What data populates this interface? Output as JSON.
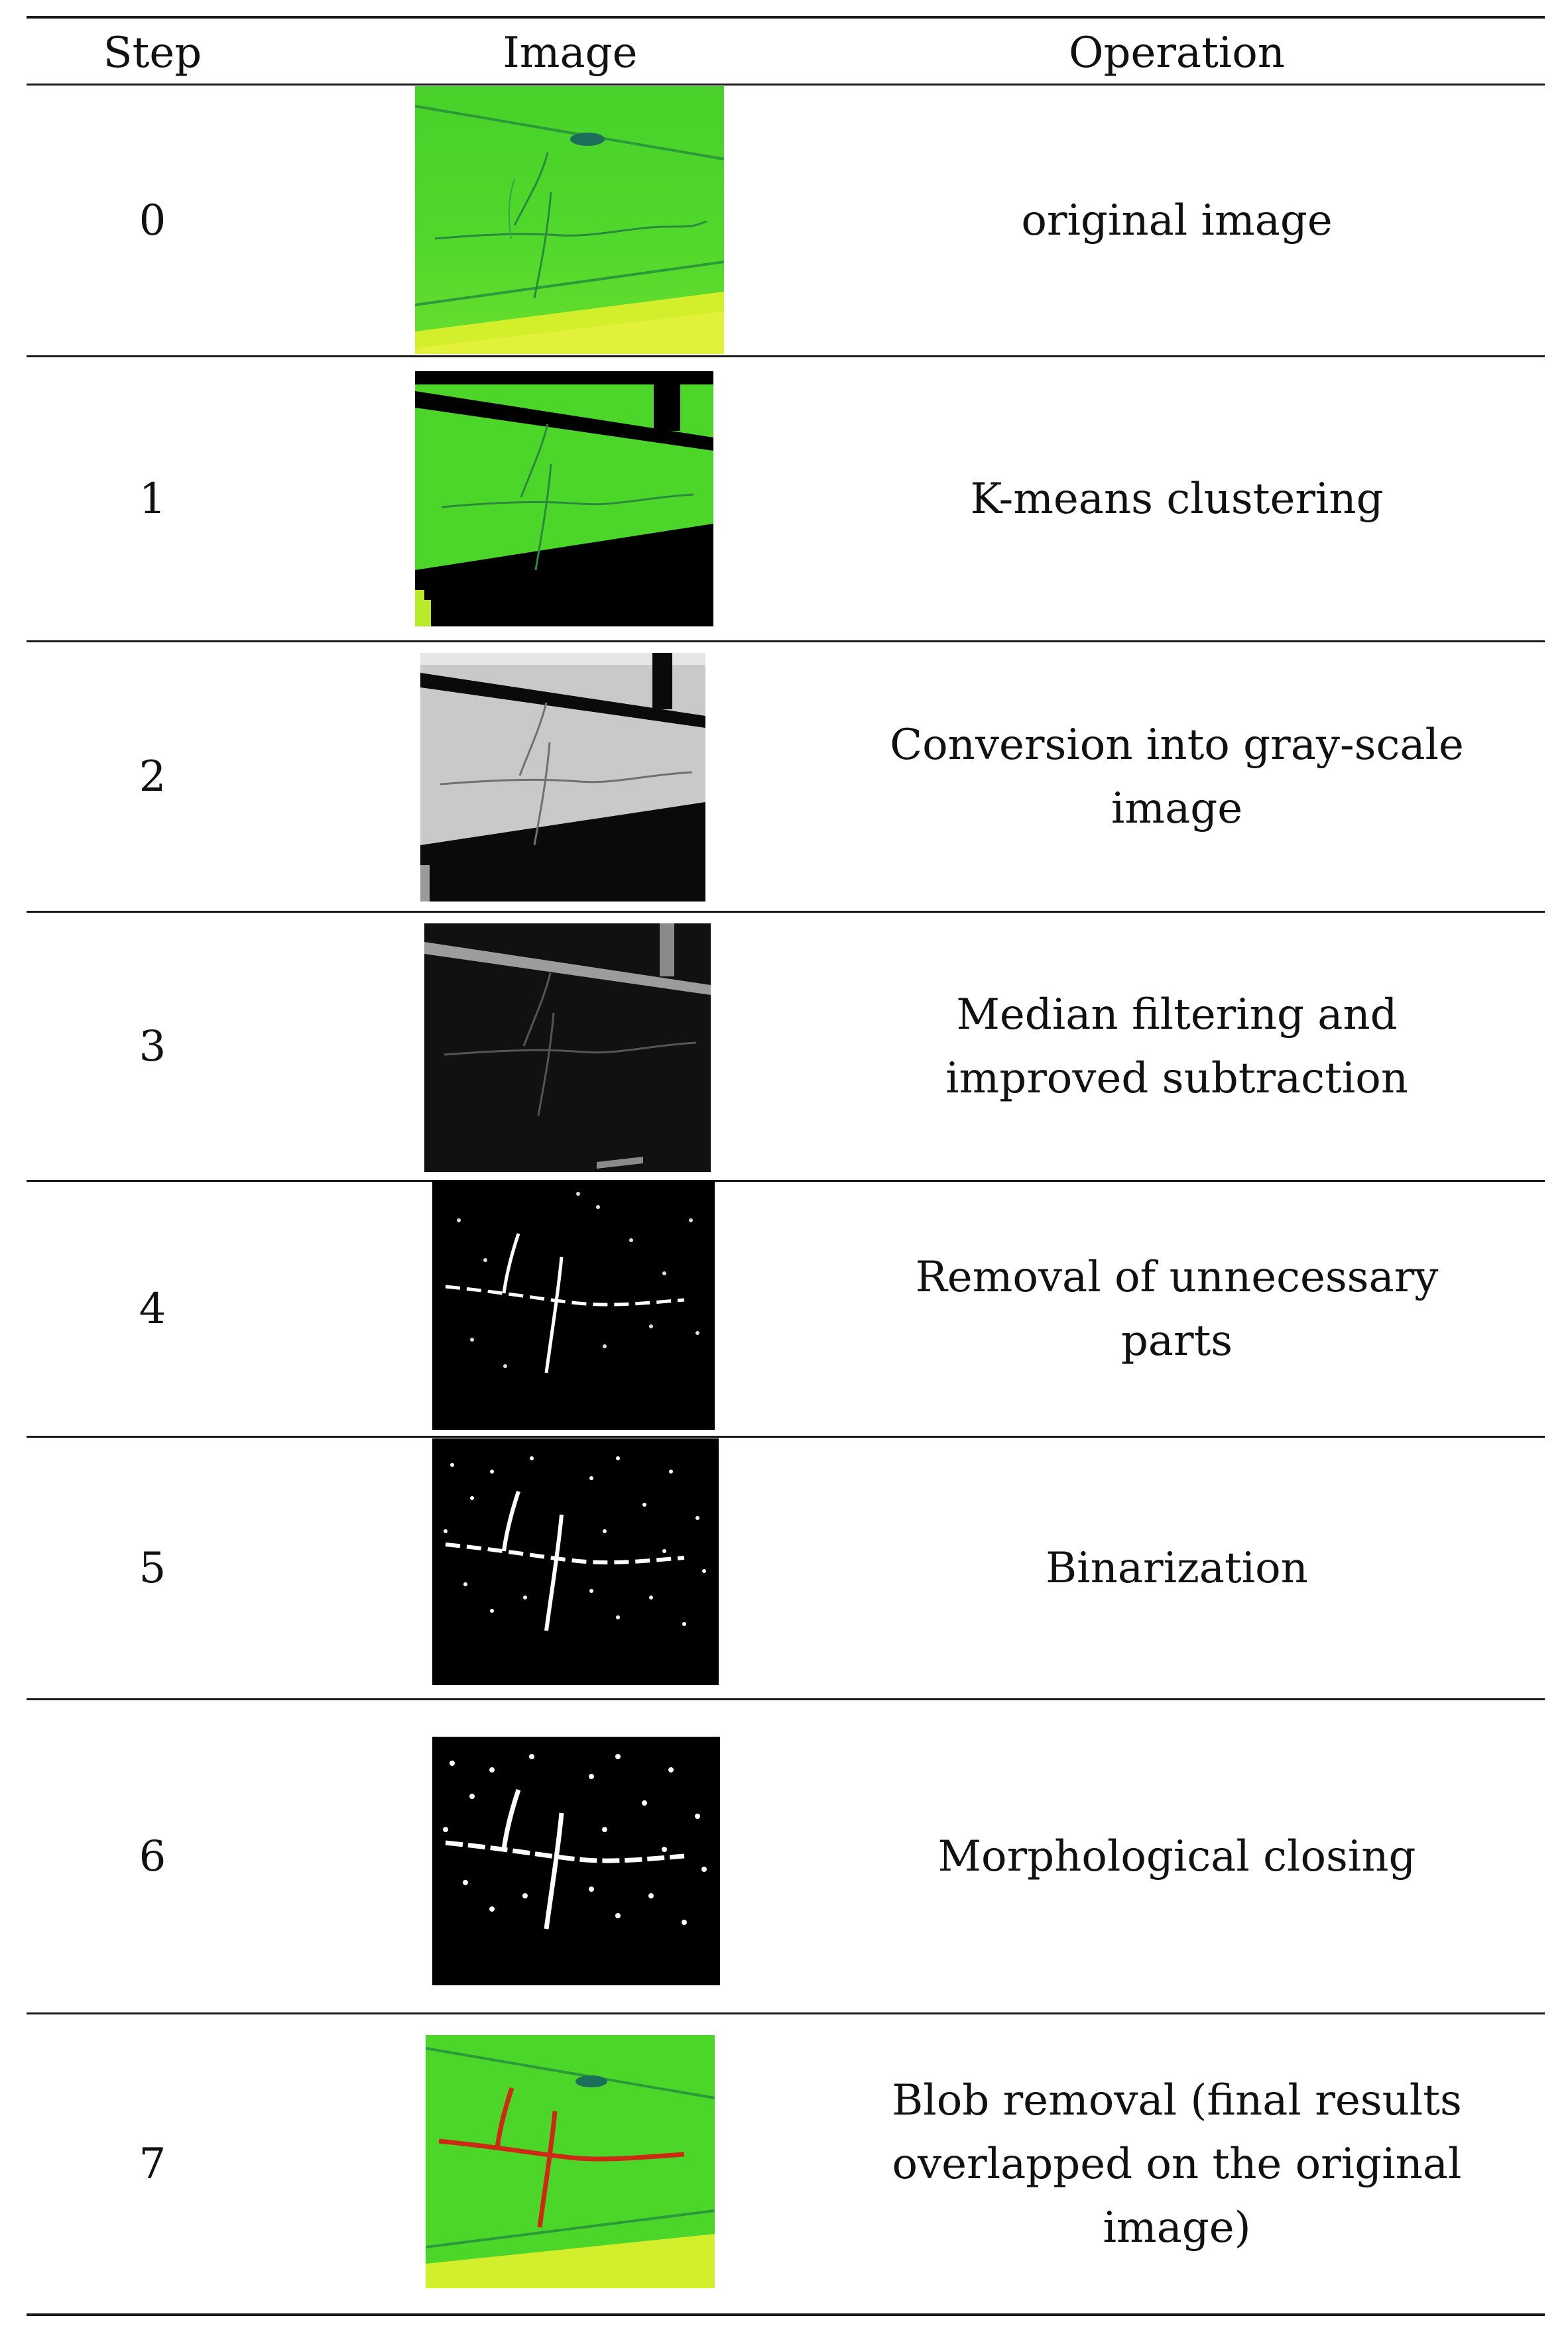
{
  "table": {
    "headers": {
      "step": "Step",
      "image": "Image",
      "operation": "Operation"
    },
    "rows": [
      {
        "step": "0",
        "operation": "original image",
        "image_kind": "original-color"
      },
      {
        "step": "1",
        "operation": "K-means clustering",
        "image_kind": "kmeans-color"
      },
      {
        "step": "2",
        "operation": "Conversion into gray-scale image",
        "image_kind": "grayscale"
      },
      {
        "step": "3",
        "operation": "Median filtering and improved subtraction",
        "image_kind": "dark-subtracted"
      },
      {
        "step": "4",
        "operation": "Removal of unnecessary parts",
        "image_kind": "binary-sparse"
      },
      {
        "step": "5",
        "operation": "Binarization",
        "image_kind": "binary-dense"
      },
      {
        "step": "6",
        "operation": "Morphological closing",
        "image_kind": "binary-closed"
      },
      {
        "step": "7",
        "operation": "Blob removal (final results overlapped on the original image)",
        "image_kind": "overlay-red-crack"
      }
    ]
  },
  "colors": {
    "green": "#4cd62a",
    "yellow": "#d7f02c",
    "gray": "#c9c9c9",
    "crack_red": "#cc2a14"
  }
}
